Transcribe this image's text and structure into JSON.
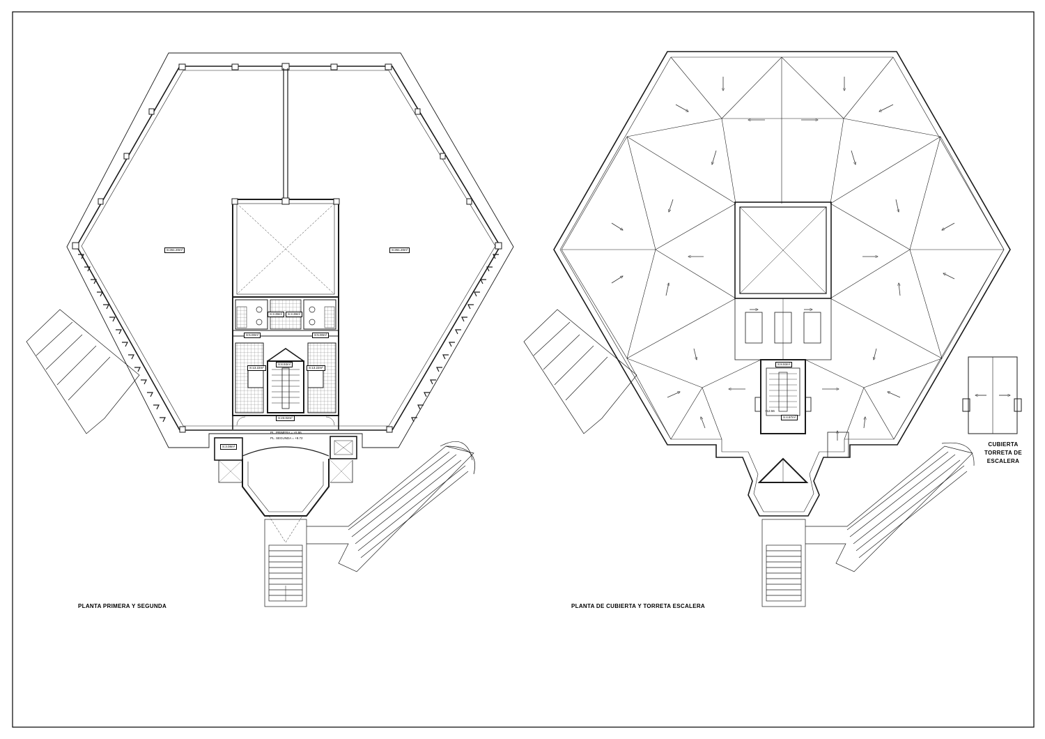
{
  "drawing": {
    "captions": {
      "left_plan": "PLANTA PRIMERA Y SEGUNDA",
      "right_plan": "PLANTA DE CUBIERTA Y TORRETA ESCALERA",
      "tower_roof": "CUBIERTA TORRETA DE ESCALERA"
    },
    "left_plan_labels": {
      "hall_left": "S:261.20m²",
      "hall_right": "S:261.20m²",
      "wc_left": "S:5.00m²",
      "wc_right": "S:5.00m²",
      "dress_left": "S:13.22m²",
      "dress_right": "S:13.22m²",
      "corridor_left": "S:3.39m²",
      "corridor_right": "S:3.39m²",
      "stair": "S:8.93m²",
      "lobby": "S:23.02m²",
      "small_room": "S:3.08m²",
      "level_first": "PL. PRIMERA = +5.86",
      "level_second": "PL. SEGUNDA = +9.72"
    },
    "right_plan_labels": {
      "tower_stair_area": "S:8.93m²",
      "tower_area": "S:4.87m²",
      "tower_level": "+12.56"
    },
    "line_color": "#1a1a1a"
  }
}
